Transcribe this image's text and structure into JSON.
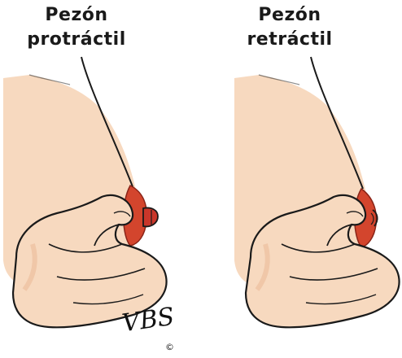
{
  "panels": [
    {
      "title_line1": "Pezón",
      "title_line2": "protráctil"
    },
    {
      "title_line1": "Pezón",
      "title_line2": "retráctil"
    }
  ],
  "signature": "VBS",
  "copyright": "©",
  "colors": {
    "skin": "#f7d9bf",
    "outline": "#1a1a1a",
    "areola": "#d3452d",
    "nipple": "#c9362a",
    "shadow": "#eec2a2"
  }
}
